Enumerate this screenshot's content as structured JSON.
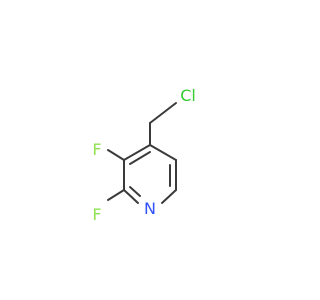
{
  "molecule": {
    "atoms": {
      "chlorine": "Cl",
      "fluorine_3": "F",
      "fluorine_2": "F",
      "nitrogen": "N"
    },
    "colors": {
      "chlorine": "#33CC33",
      "fluorine": "#90E050",
      "nitrogen": "#3050F8",
      "bond": "#3a3a3a"
    }
  }
}
